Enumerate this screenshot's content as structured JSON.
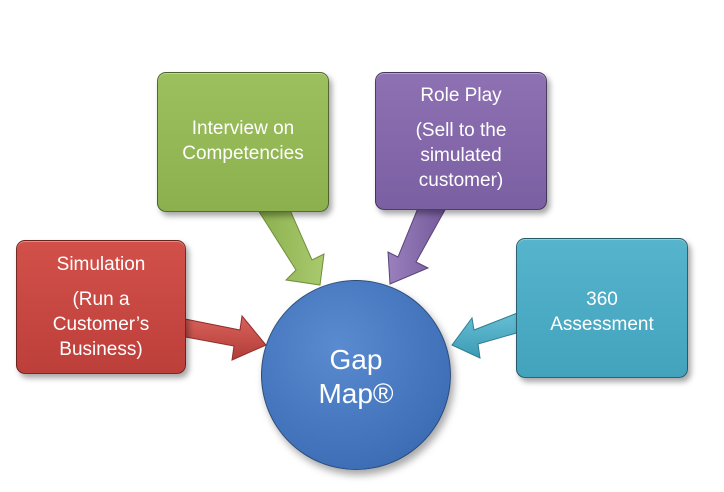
{
  "center": {
    "line1": "Gap",
    "line2": "Map®",
    "color": "#4472c4"
  },
  "boxes": {
    "simulation": {
      "title": "Simulation",
      "sub1": "(Run a",
      "sub2": "Customer’s",
      "sub3": "Business)",
      "color": "#c0504d"
    },
    "interview": {
      "line1": "Interview on",
      "line2": "Competencies",
      "color": "#9bbb59"
    },
    "roleplay": {
      "title": "Role Play",
      "sub1": "(Sell to the",
      "sub2": "simulated",
      "sub3": "customer)",
      "color": "#8064a2"
    },
    "assessment": {
      "line1": "360",
      "line2": "Assessment",
      "color": "#4bacc6"
    }
  }
}
